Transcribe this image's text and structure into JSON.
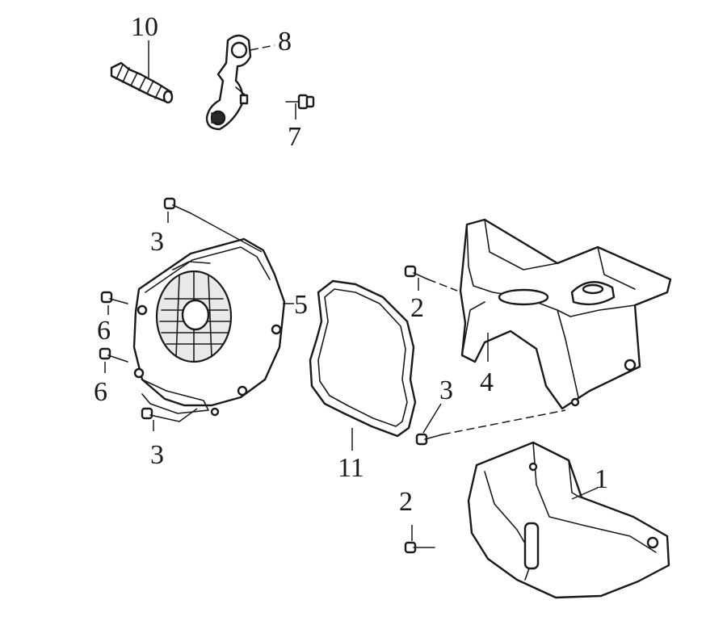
{
  "callouts": {
    "c1": "1",
    "c2a": "2",
    "c2b": "2",
    "c3a": "3",
    "c3b": "3",
    "c3c": "3",
    "c4": "4",
    "c5": "5",
    "c6a": "6",
    "c6b": "6",
    "c7": "7",
    "c8": "8",
    "c10": "10",
    "c11": "11"
  }
}
